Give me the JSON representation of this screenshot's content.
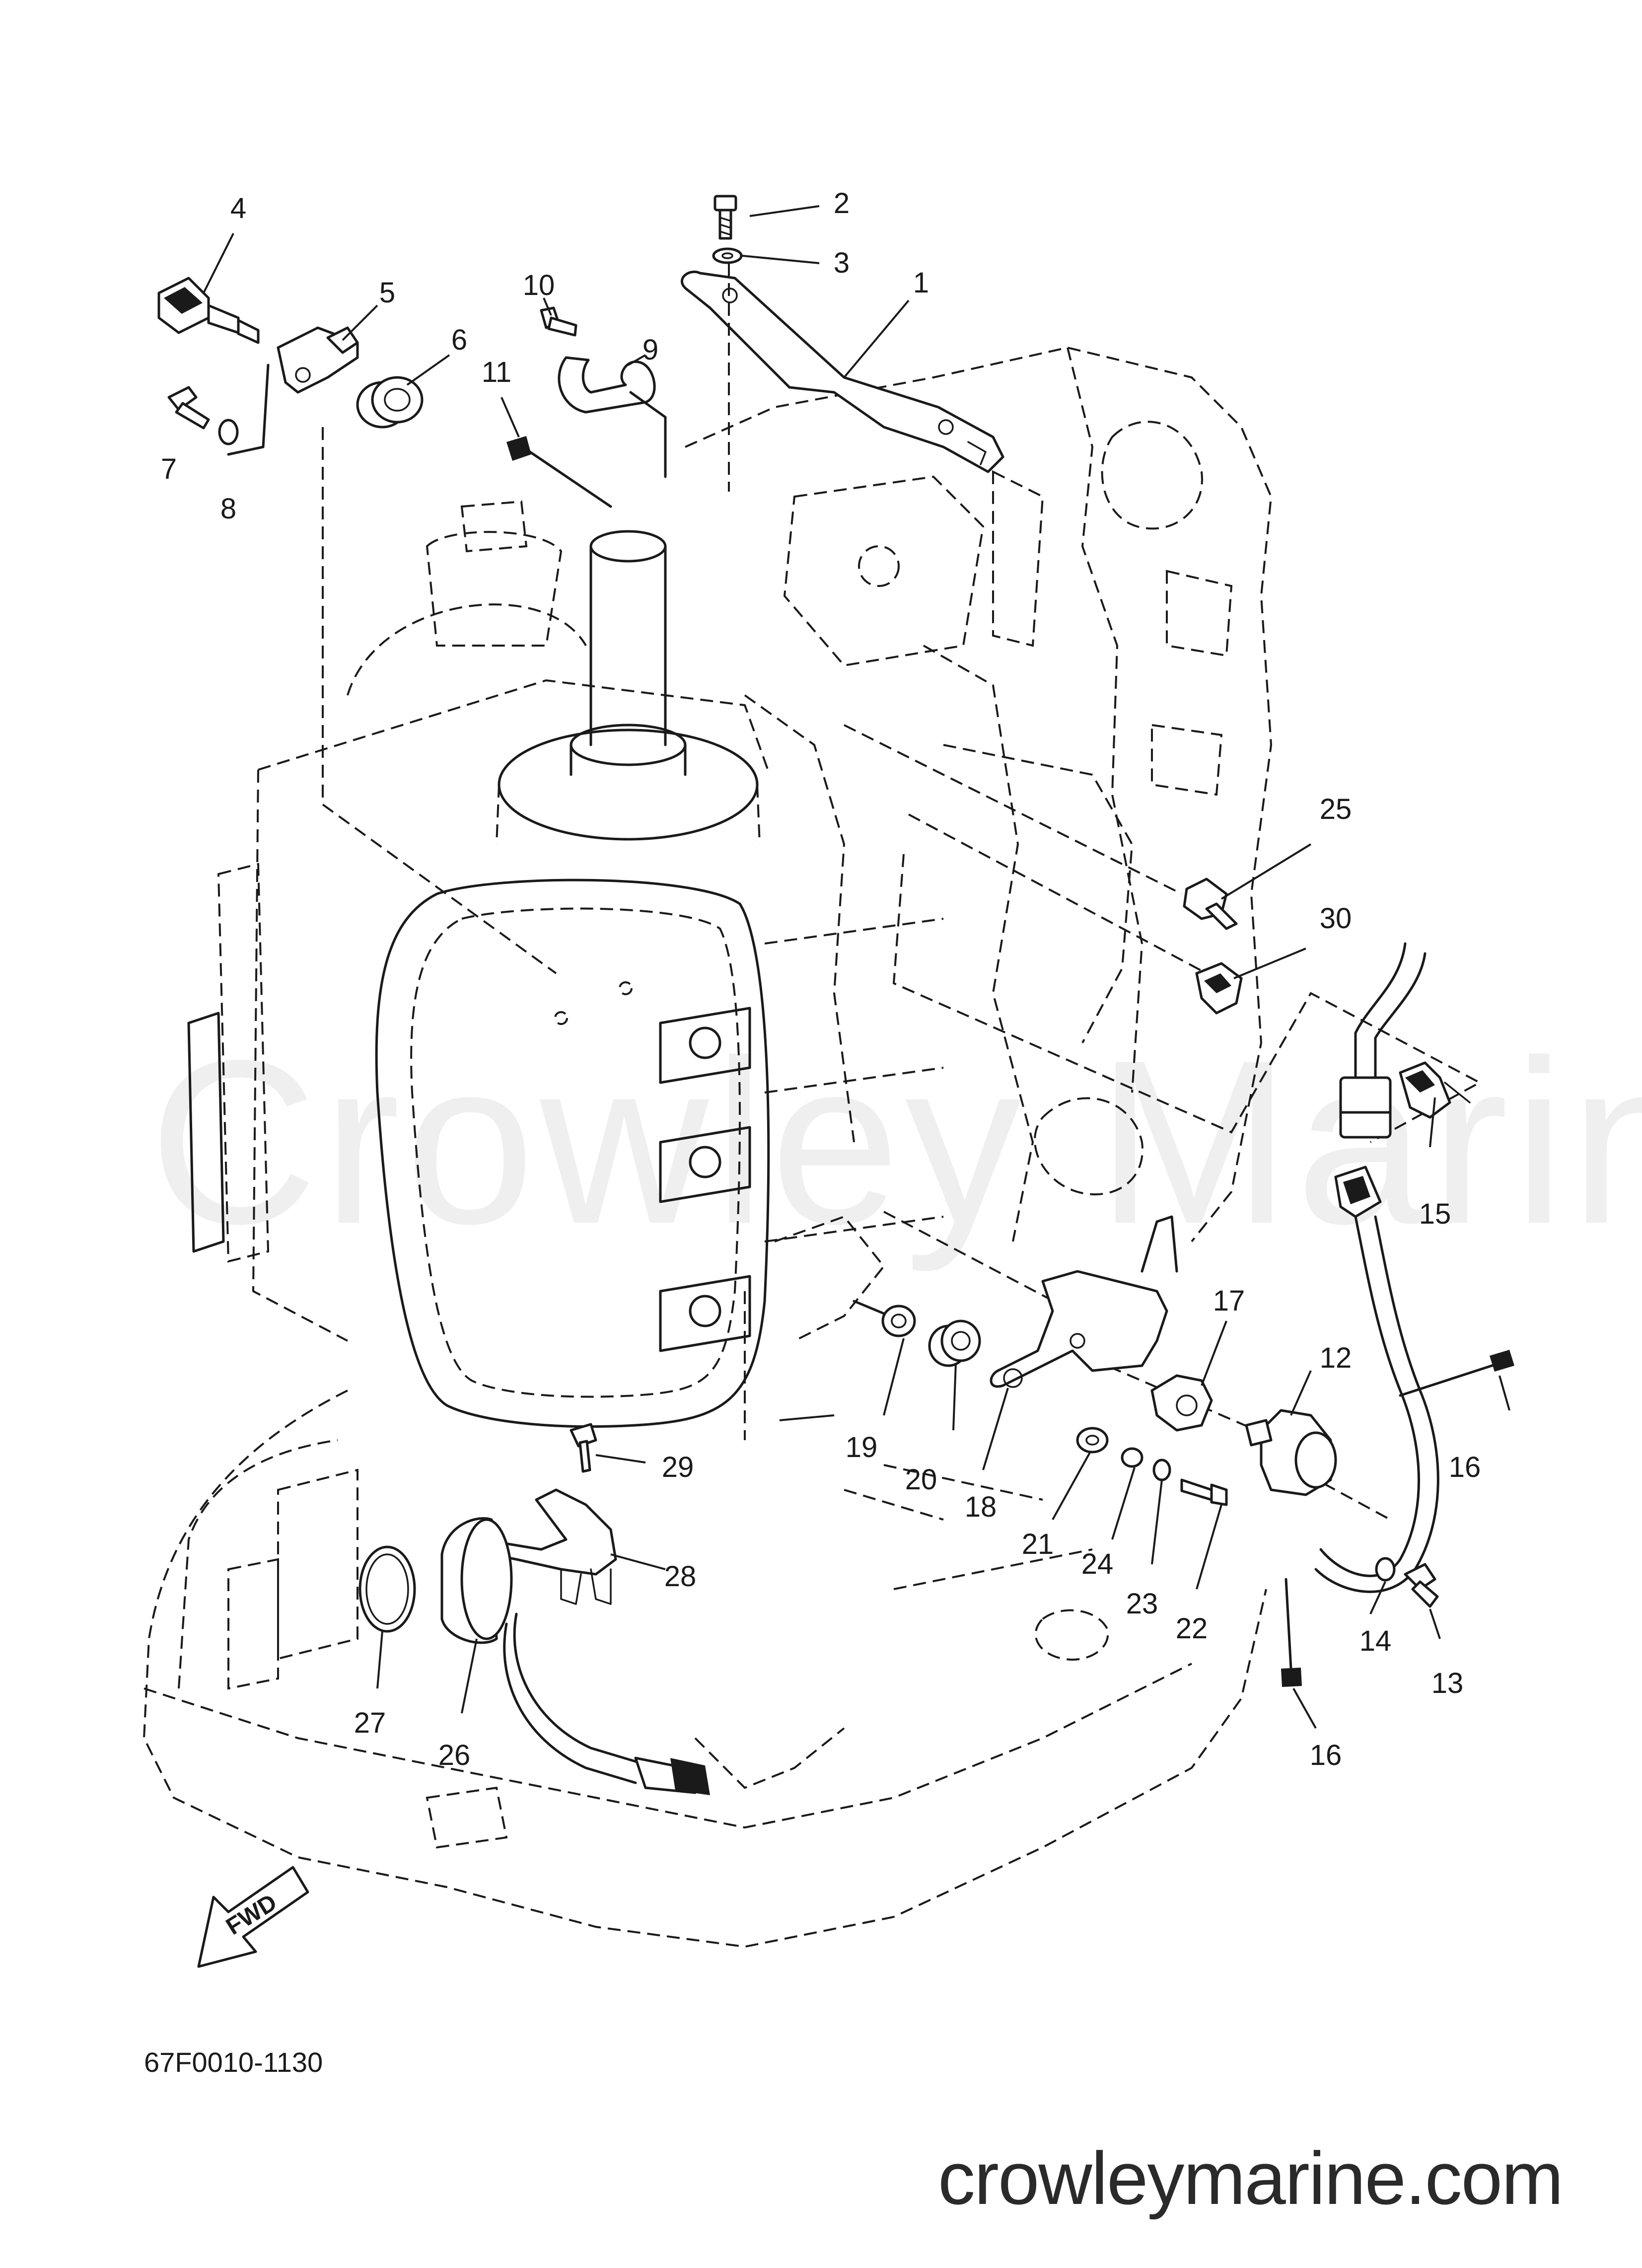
{
  "diagram": {
    "drawing_code": "67F0010-1130",
    "website": "crowleymarine.com",
    "watermark": "Crowley Marine",
    "direction_label": "FWD",
    "callouts": [
      {
        "id": "c1",
        "label": "1"
      },
      {
        "id": "c2",
        "label": "2"
      },
      {
        "id": "c3",
        "label": "3"
      },
      {
        "id": "c4",
        "label": "4"
      },
      {
        "id": "c5",
        "label": "5"
      },
      {
        "id": "c6",
        "label": "6"
      },
      {
        "id": "c7",
        "label": "7"
      },
      {
        "id": "c8",
        "label": "8"
      },
      {
        "id": "c9",
        "label": "9"
      },
      {
        "id": "c10",
        "label": "10"
      },
      {
        "id": "c11",
        "label": "11"
      },
      {
        "id": "c12",
        "label": "12"
      },
      {
        "id": "c13",
        "label": "13"
      },
      {
        "id": "c14",
        "label": "14"
      },
      {
        "id": "c15",
        "label": "15"
      },
      {
        "id": "c16a",
        "label": "16"
      },
      {
        "id": "c16b",
        "label": "16"
      },
      {
        "id": "c17",
        "label": "17"
      },
      {
        "id": "c18",
        "label": "18"
      },
      {
        "id": "c19",
        "label": "19"
      },
      {
        "id": "c20",
        "label": "20"
      },
      {
        "id": "c21",
        "label": "21"
      },
      {
        "id": "c22",
        "label": "22"
      },
      {
        "id": "c23",
        "label": "23"
      },
      {
        "id": "c24",
        "label": "24"
      },
      {
        "id": "c25",
        "label": "25"
      },
      {
        "id": "c26",
        "label": "26"
      },
      {
        "id": "c27",
        "label": "27"
      },
      {
        "id": "c28",
        "label": "28"
      },
      {
        "id": "c29",
        "label": "29"
      },
      {
        "id": "c30",
        "label": "30"
      }
    ]
  }
}
